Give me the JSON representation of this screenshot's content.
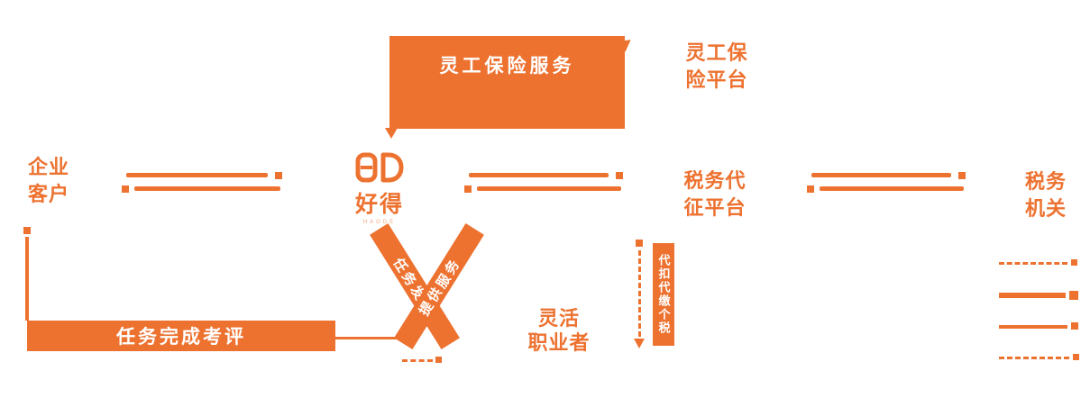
{
  "palette": {
    "orange": "#ED7230",
    "white": "#FFFFFF"
  },
  "logo": {
    "name": "好得",
    "subtitle": "HAODE"
  },
  "nodes": {
    "enterprise": {
      "line1": "企业",
      "line2": "客户"
    },
    "insurance_platform": {
      "line1": "灵工保",
      "line2": "险平台"
    },
    "tax_agent_platform": {
      "line1": "税务代",
      "line2": "征平台"
    },
    "tax_authority": {
      "line1": "税务",
      "line2": "机关"
    },
    "flexible_workers": {
      "line1": "灵活",
      "line2": "职业者"
    }
  },
  "labels": {
    "insurance_service_box": "灵工保险服务",
    "evaluation_box": "任务完成考评",
    "diagonal_left": "任务发布",
    "diagonal_right": "提供服务",
    "withholding_bar": "代扣代缴个税"
  }
}
